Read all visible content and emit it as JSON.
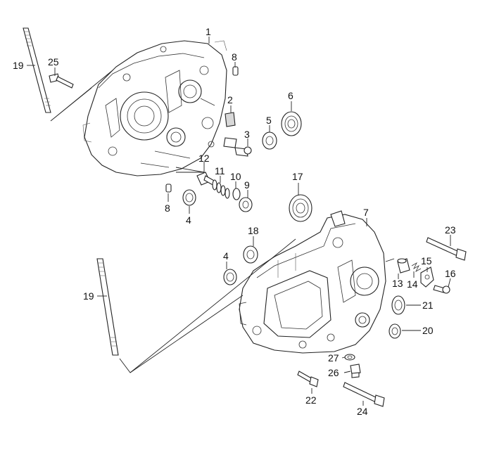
{
  "callouts": {
    "c1": "1",
    "c2": "2",
    "c3": "3",
    "c4a": "4",
    "c4b": "4",
    "c5": "5",
    "c6": "6",
    "c7": "7",
    "c8a": "8",
    "c8b": "8",
    "c9": "9",
    "c10": "10",
    "c11": "11",
    "c12": "12",
    "c13": "13",
    "c14": "14",
    "c15": "15",
    "c16": "16",
    "c17": "17",
    "c18": "18",
    "c19a": "19",
    "c19b": "19",
    "c20": "20",
    "c21": "21",
    "c22": "22",
    "c23": "23",
    "c24": "24",
    "c25": "25",
    "c26": "26",
    "c27": "27"
  }
}
